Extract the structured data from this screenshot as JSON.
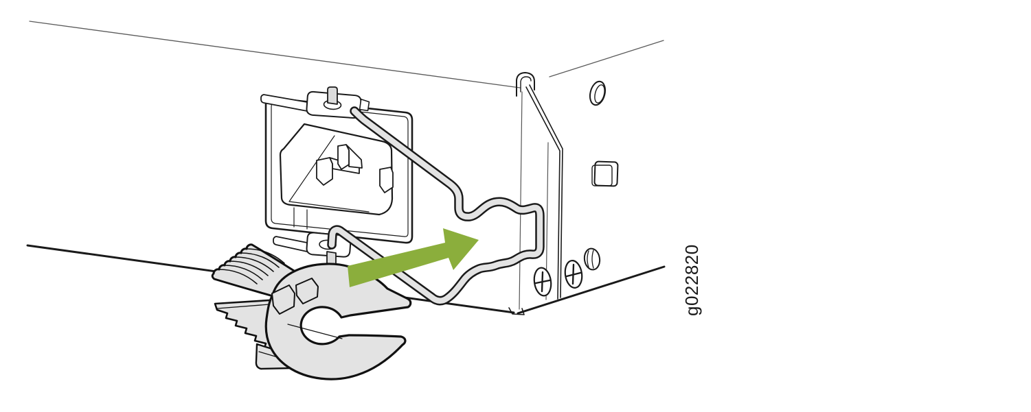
{
  "figure": {
    "id": "g022820"
  },
  "colors": {
    "arrow": "#8BAE3C",
    "line": "#1A1A1A",
    "thin_line": "#5A5A5A",
    "part_fill": "#E3E3E3",
    "pin_fill": "#DCDCDC",
    "background": "#FFFFFF"
  },
  "parts": {
    "chassis": "chassis-rear-corner",
    "power_inlet": "ac-power-inlet",
    "retainer_wire": "power-cord-retainer-wire",
    "retainer_clip": "power-cord-retainer-clip",
    "arrow": "insertion-direction-arrow",
    "label": "figure-id-label"
  }
}
